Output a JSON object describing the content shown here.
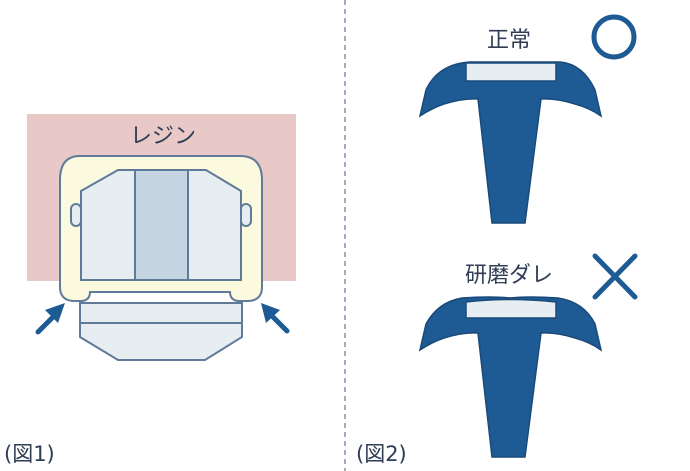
{
  "figure1": {
    "resin_label": "レジン",
    "caption": "(図1)",
    "colors": {
      "resin_area": "#e8c9c8",
      "crown_shell": "#fbfadf",
      "outline": "#617a99",
      "body_fill": "#e7eef2",
      "center_fill": "#c5d6e2",
      "arrow": "#1e5a94"
    }
  },
  "figure2": {
    "normal_label": "正常",
    "normal_mark": "○",
    "worn_label": "研磨ダレ",
    "worn_mark": "×",
    "caption": "(図2)",
    "colors": {
      "tooth": "#1e5a94",
      "tooth_outline": "#1a4a7a",
      "top_fill": "#e7eef2",
      "mark": "#1e5a94"
    }
  },
  "divider": {
    "style": "dashed",
    "color": "#7f93ad"
  }
}
